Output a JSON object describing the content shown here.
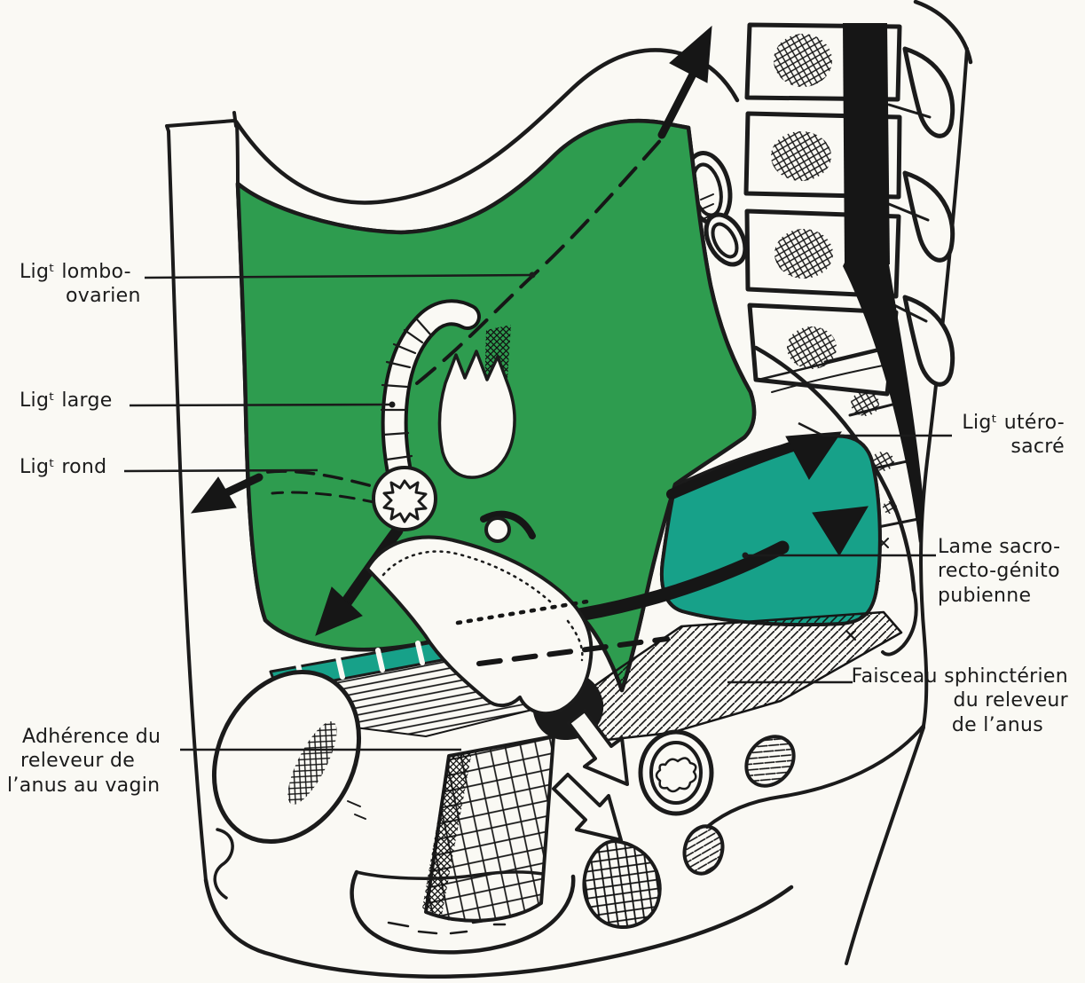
{
  "colors": {
    "green": "#2E9C4F",
    "teal": "#17A189",
    "ink": "#1B1B1B",
    "paper": "#FAF9F4"
  },
  "labels": {
    "lombo_ovarien": {
      "line1": "Ligᵗ lombo-",
      "line2": "ovarien"
    },
    "ligt_large": {
      "text": "Ligᵗ large"
    },
    "ligt_rond": {
      "text": "Ligᵗ rond"
    },
    "adherence": {
      "line1": "Adhérence du",
      "line2": "releveur de",
      "line3": "l’anus au vagin"
    },
    "utero_sacre": {
      "line1": "Ligᵗ utéro-",
      "line2": "sacré"
    },
    "lame": {
      "line1": "Lame sacro-",
      "line2": "recto-génito",
      "line3": "pubienne"
    },
    "faisceau": {
      "line1": "Faisceau sphinctérien",
      "line2": "du releveur",
      "line3": "de l’anus"
    }
  }
}
